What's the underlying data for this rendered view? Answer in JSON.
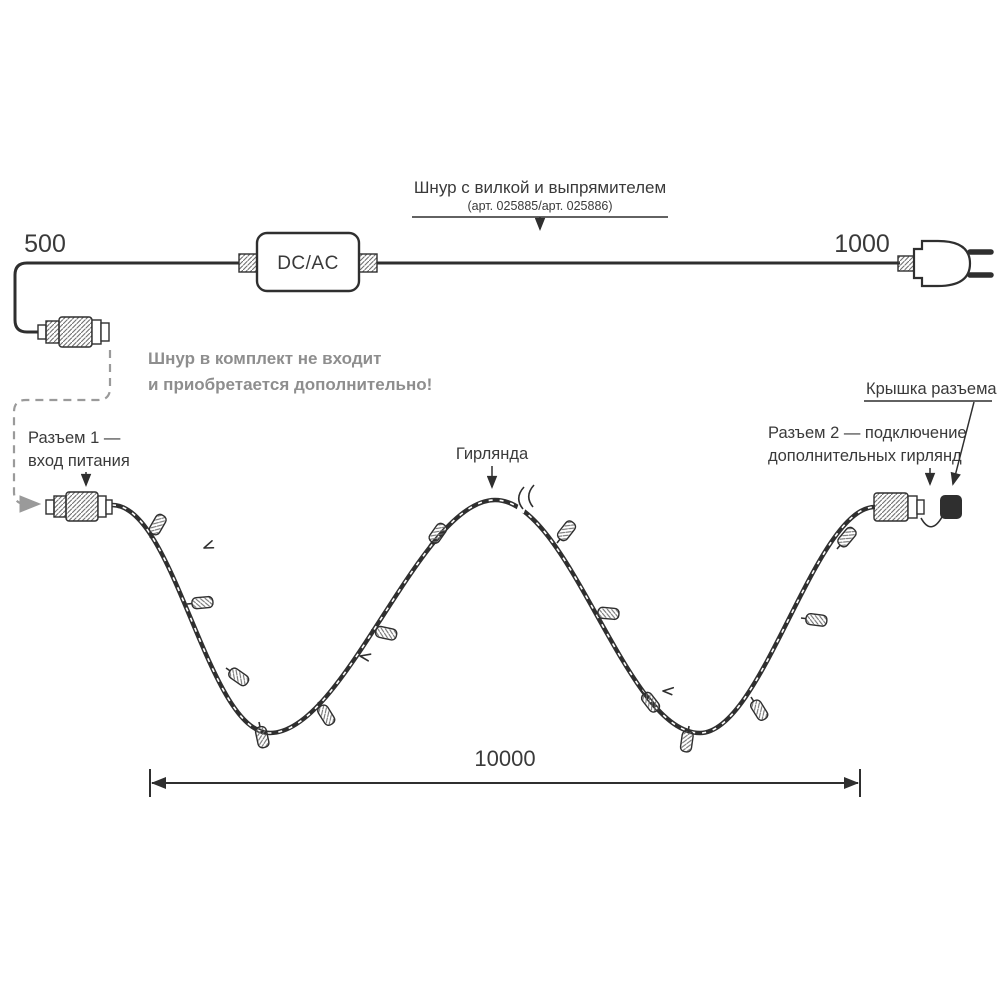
{
  "diagram": {
    "cord": {
      "left_segment_length": "500",
      "right_segment_length": "1000",
      "converter_label": "DC/AC",
      "title": "Шнур с вилкой и выпрямителем",
      "subtitle": "(арт. 025885/арт. 025886)"
    },
    "note": {
      "line1": "Шнур в комплект не входит",
      "line2": "и приобретается дополнительно!"
    },
    "labels": {
      "connector1_line1": "Разъем 1 —",
      "connector1_line2": "вход питания",
      "garland": "Гирлянда",
      "connector2_line1": "Разъем 2 — подключение",
      "connector2_line2": "дополнительных гирлянд",
      "cap": "Крышка разъема"
    },
    "dimension": {
      "garland_length": "10000"
    },
    "colors": {
      "line": "#2f2f2f",
      "text": "#3a3a3a",
      "muted": "#8e8e8e"
    }
  }
}
